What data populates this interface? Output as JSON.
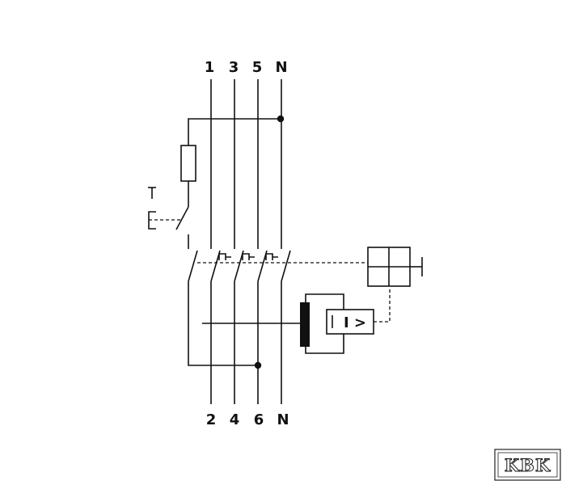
{
  "terminals": {
    "top": [
      "1",
      "3",
      "5",
      "N"
    ],
    "bottom": [
      "2",
      "4",
      "6",
      "N"
    ]
  },
  "test_button": {
    "label": "T"
  },
  "trip_unit": {
    "label": "I >"
  },
  "logo": {
    "text": "KBK"
  },
  "colors": {
    "line": "#111111",
    "background": "#ffffff"
  }
}
